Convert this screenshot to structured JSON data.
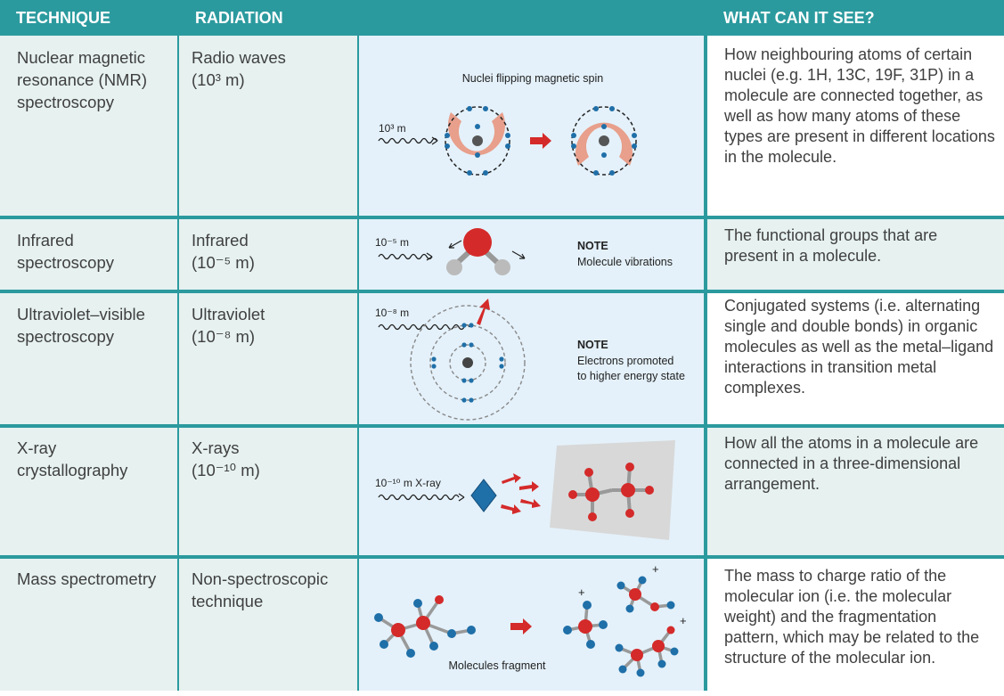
{
  "headers": {
    "technique": "TECHNIQUE",
    "radiation": "RADIATION",
    "image": "",
    "what": "WHAT CAN IT SEE?"
  },
  "rows": [
    {
      "technique": "Nuclear magnetic resonance (NMR) spectroscopy",
      "radiation_name": "Radio waves",
      "radiation_value": "(10³ m)",
      "what": "How neighbouring atoms of certain nuclei (e.g. 1H, 13C, 19F, 31P) in a molecule are connected together, as well as how many atoms of these types are present in different locations in the molecule.",
      "fig": {
        "caption": "Nuclei flipping magnetic spin",
        "wavelength": "10³ m"
      }
    },
    {
      "technique": "Infrared spectroscopy",
      "radiation_name": "Infrared",
      "radiation_value": "(10⁻⁵ m)",
      "what": "The functional groups that are present in a molecule.",
      "fig": {
        "wavelength": "10⁻⁵ m",
        "note_title": "NOTE",
        "note_text": "Molecule vibrations"
      }
    },
    {
      "technique": "Ultraviolet–visible spectroscopy",
      "radiation_name": "Ultraviolet",
      "radiation_value": "(10⁻⁸ m)",
      "what": "Conjugated systems (i.e. alternating single and double bonds) in organic molecules as well as the metal–ligand interactions in transition metal complexes.",
      "fig": {
        "wavelength": "10⁻⁸ m",
        "note_title": "NOTE",
        "note_text1": "Electrons promoted",
        "note_text2": "to higher energy state"
      }
    },
    {
      "technique": "X-ray crystallography",
      "radiation_name": "X-rays",
      "radiation_value": "(10⁻¹⁰ m)",
      "what": "How all the atoms in a molecule are connected in a three-dimensional arrangement.",
      "fig": {
        "wavelength": "10⁻¹⁰ m X-ray"
      }
    },
    {
      "technique": "Mass spectrometry",
      "radiation_name": "Non-spectroscopic technique",
      "radiation_value": "",
      "what": "The mass to charge ratio of the molecular ion (i.e. the molecular weight) and the fragmentation pattern, which may be related to the structure of the molecular ion.",
      "fig": {
        "caption": "Molecules fragment",
        "plus": "+"
      }
    }
  ],
  "colors": {
    "header": "#2b9a9e",
    "row_bg": "#e6f1f0",
    "figure_bg": "#e4f1fa",
    "atom_red": "#d42a2a",
    "atom_blue": "#1f6fa8",
    "coil": "#e8967e"
  }
}
